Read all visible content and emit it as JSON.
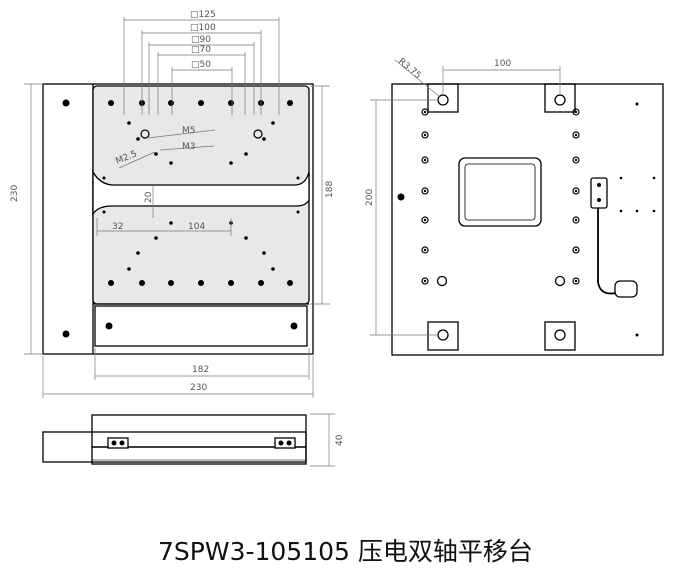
{
  "caption": "7SPW3-105105 压电双轴平移台",
  "dims": {
    "sq125": "□125",
    "sq100": "□100",
    "sq90": "□90",
    "sq70": "□70",
    "sq50": "□50",
    "m5": "M5",
    "m3": "M3",
    "m25": "M2.5",
    "d20": "20",
    "d32": "32",
    "d104": "104",
    "d188": "188",
    "d230v": "230",
    "d182": "182",
    "d230h": "230",
    "d40": "40",
    "r375": "R3.75",
    "d100": "100",
    "d200": "200"
  }
}
